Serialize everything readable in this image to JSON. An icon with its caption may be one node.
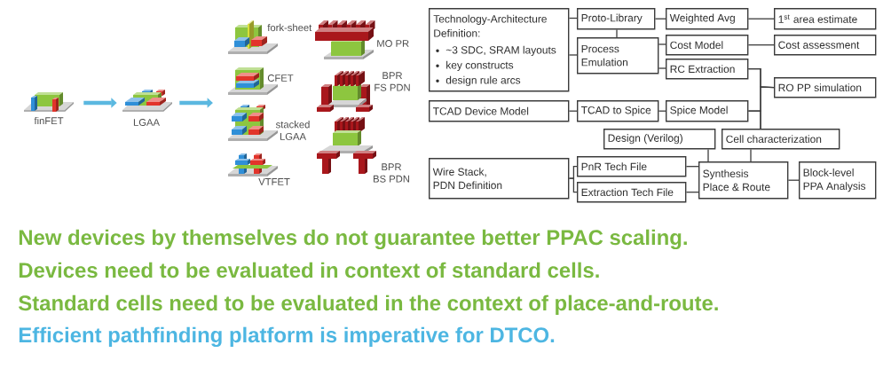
{
  "diagram": {
    "nodes": [
      {
        "text": [],
        "shape": "picture",
        "beside": [
          "finFET"
        ]
      },
      {
        "text": [],
        "shape": "picture",
        "beside": [
          "LGAA"
        ]
      },
      {
        "text": [],
        "shape": "picture",
        "beside": [
          "fork-sheet"
        ]
      },
      {
        "text": [],
        "shape": "picture",
        "beside": [
          "CFET"
        ]
      },
      {
        "text": [],
        "shape": "picture",
        "beside": [
          "stacked LGAA"
        ]
      },
      {
        "text": [],
        "shape": "picture",
        "beside": [
          "VTFET"
        ]
      },
      {
        "text": [],
        "shape": "picture",
        "beside": [
          "MO PR"
        ]
      },
      {
        "text": [],
        "shape": "picture",
        "beside": [
          "BPR FS PDN"
        ]
      },
      {
        "text": [],
        "shape": "picture",
        "beside": [
          "BPR BS PDN"
        ]
      },
      {
        "text": [
          "Technology-Architecture Definition:",
          "~3 SDC, SRAM layouts",
          "key constructs",
          "design rule arcs"
        ]
      },
      {
        "text": [
          "Proto-Library"
        ]
      },
      {
        "text": [
          "Weighted Avg"
        ]
      },
      {
        "text": [
          "1$^{st}$ area estimate"
        ]
      },
      {
        "text": [
          "Process Emulation"
        ]
      },
      {
        "text": [
          "Cost Model"
        ]
      },
      {
        "text": [
          "Cost assessment"
        ]
      },
      {
        "text": [
          "RC Extraction"
        ]
      },
      {
        "text": [
          "RO PP simulation"
        ]
      },
      {
        "text": [
          "TCAD Device Model"
        ]
      },
      {
        "text": [
          "TCAD to Spice"
        ]
      },
      {
        "text": [
          "Spice Model"
        ]
      },
      {
        "text": [
          "Design (Verilog)"
        ]
      },
      {
        "text": [
          "Cell characterization"
        ]
      },
      {
        "text": [
          "Wire Stack, PDN Definition"
        ]
      },
      {
        "text": [
          "PnR Tech File"
        ]
      },
      {
        "text": [
          "Extraction Tech File"
        ]
      },
      {
        "text": [
          "Synthesis Place & Route"
        ]
      },
      {
        "text": [
          "Block-level PPA Analysis"
        ]
      }
    ],
    "edges": [
      {
        "from": 0,
        "to": 1,
        "arrow": "to",
        "style": "thick",
        "color": "#5bb8e0"
      },
      {
        "from": 1,
        "to": null,
        "arrow": "to",
        "style": "thick",
        "color": "#5bb8e0"
      },
      {
        "from": 9,
        "to": 10,
        "arrow": "none"
      },
      {
        "from": 9,
        "to": 13,
        "arrow": "none"
      },
      {
        "from": 10,
        "to": 13,
        "arrow": "none"
      },
      {
        "from": 10,
        "to": 11,
        "arrow": "none"
      },
      {
        "from": 11,
        "to": 12,
        "arrow": "none"
      },
      {
        "from": 13,
        "to": 14,
        "arrow": "none"
      },
      {
        "from": 13,
        "to": 16,
        "arrow": "none"
      },
      {
        "from": 14,
        "to": 15,
        "arrow": "none"
      },
      {
        "from": 16,
        "to": 17,
        "arrow": "none"
      },
      {
        "from": 16,
        "to": 22,
        "arrow": "none"
      },
      {
        "from": 20,
        "to": 17,
        "arrow": "none"
      },
      {
        "from": 20,
        "to": 22,
        "arrow": "none"
      },
      {
        "from": 18,
        "to": 19,
        "arrow": "none"
      },
      {
        "from": 19,
        "to": 20,
        "arrow": "none"
      },
      {
        "from": 23,
        "to": 24,
        "arrow": "none"
      },
      {
        "from": 23,
        "to": 25,
        "arrow": "none"
      },
      {
        "from": 24,
        "to": 26,
        "arrow": "none"
      },
      {
        "from": 25,
        "to": 26,
        "arrow": "none"
      },
      {
        "from": 21,
        "to": 26,
        "arrow": "none"
      },
      {
        "from": 22,
        "to": 26,
        "arrow": "none"
      },
      {
        "from": 26,
        "to": 27,
        "arrow": "none"
      }
    ],
    "labels": [
      "New devices by themselves do not guarantee better PPAC scaling.",
      "Devices need to be evaluated in context of standard cells.",
      "Standard cells need to be evaluated in the context of place-and-route.",
      "Efficient pathfinding platform is imperative for DTCO."
    ]
  }
}
